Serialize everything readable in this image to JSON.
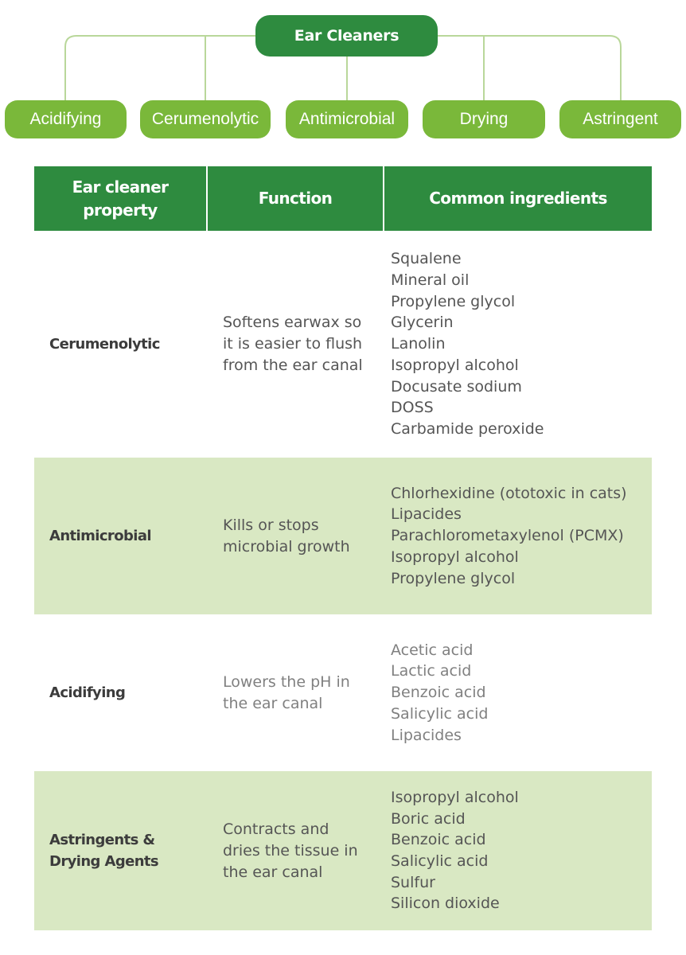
{
  "tree": {
    "root": "Ear Cleaners",
    "leaves": [
      "Acidifying",
      "Cerumenolytic",
      "Antimicrobial",
      "Drying",
      "Astringent"
    ]
  },
  "colors": {
    "dark_green": "#2e8b3f",
    "light_green": "#7ab83a",
    "row_shade": "#d9e8c3"
  },
  "table": {
    "headers": [
      "Ear cleaner property",
      "Function",
      "Common ingredients"
    ],
    "rows": [
      {
        "property": "Cerumenolytic",
        "function": "Softens earwax so it is easier to flush from the ear canal",
        "ingredients": [
          "Squalene",
          "Mineral oil",
          "Propylene glycol",
          "Glycerin",
          "Lanolin",
          "Isopropyl alcohol",
          "Docusate sodium",
          "DOSS",
          "Carbamide peroxide"
        ]
      },
      {
        "property": "Antimicrobial",
        "function": "Kills or stops microbial growth",
        "ingredients": [
          "Chlorhexidine (ototoxic in cats)",
          "Lipacides",
          "Parachlorometaxylenol (PCMX)",
          "Isopropyl alcohol",
          "Propylene glycol"
        ]
      },
      {
        "property": "Acidifying",
        "function": "Lowers the pH in the ear canal",
        "ingredients": [
          "Acetic acid",
          "Lactic acid",
          "Benzoic acid",
          "Salicylic acid",
          "Lipacides"
        ]
      },
      {
        "property": "Astringents & Drying Agents",
        "function": "Contracts and dries the tissue in the ear canal",
        "ingredients": [
          "Isopropyl alcohol",
          "Boric acid",
          "Benzoic acid",
          "Salicylic acid",
          "Sulfur",
          "Silicon dioxide"
        ]
      }
    ]
  }
}
